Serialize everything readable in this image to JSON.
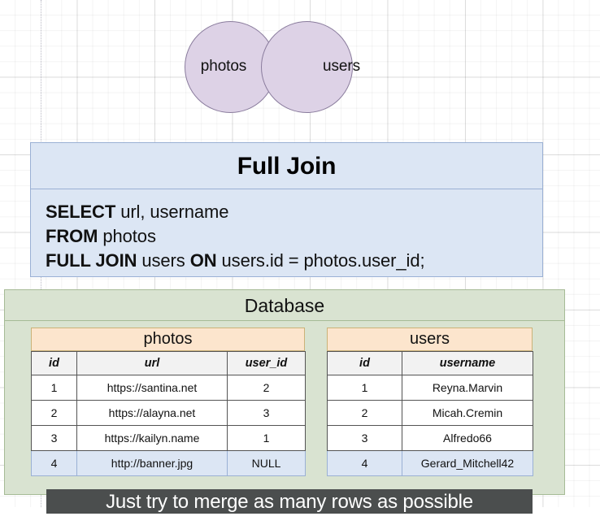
{
  "venn": {
    "left_label": "photos",
    "right_label": "users",
    "fill_color": "#ddd2e6",
    "stroke_color": "#8a7c9d"
  },
  "sql_card": {
    "title": "Full Join",
    "background_color": "#dce6f4",
    "border_color": "#9ab0d4",
    "lines": [
      {
        "keyword": "SELECT",
        "rest": " url, username"
      },
      {
        "keyword": "FROM",
        "rest": " photos"
      },
      {
        "keyword": "FULL JOIN",
        "rest": " users ",
        "keyword2": "ON",
        "rest2": " users.id = photos.user_id;"
      }
    ]
  },
  "database": {
    "title": "Database",
    "background_color": "#d9e3d1",
    "border_color": "#a6bb96",
    "tables": [
      {
        "caption": "photos",
        "caption_color": "#fce5cd",
        "columns": [
          "id",
          "url",
          "user_id"
        ],
        "rows": [
          {
            "cells": [
              "1",
              "https://santina.net",
              "2"
            ],
            "highlight": false
          },
          {
            "cells": [
              "2",
              "https://alayna.net",
              "3"
            ],
            "highlight": false
          },
          {
            "cells": [
              "3",
              "https://kailyn.name",
              "1"
            ],
            "highlight": false
          },
          {
            "cells": [
              "4",
              "http://banner.jpg",
              "NULL"
            ],
            "highlight": true
          }
        ]
      },
      {
        "caption": "users",
        "caption_color": "#fce5cd",
        "columns": [
          "id",
          "username"
        ],
        "rows": [
          {
            "cells": [
              "1",
              "Reyna.Marvin"
            ],
            "highlight": false
          },
          {
            "cells": [
              "2",
              "Micah.Cremin"
            ],
            "highlight": false
          },
          {
            "cells": [
              "3",
              "Alfredo66"
            ],
            "highlight": false
          },
          {
            "cells": [
              "4",
              "Gerard_Mitchell42"
            ],
            "highlight": true
          }
        ]
      }
    ]
  },
  "caption": {
    "text": "Just try to merge as many rows as possible",
    "background_color": "#4b4e4e",
    "text_color": "#ffffff"
  }
}
